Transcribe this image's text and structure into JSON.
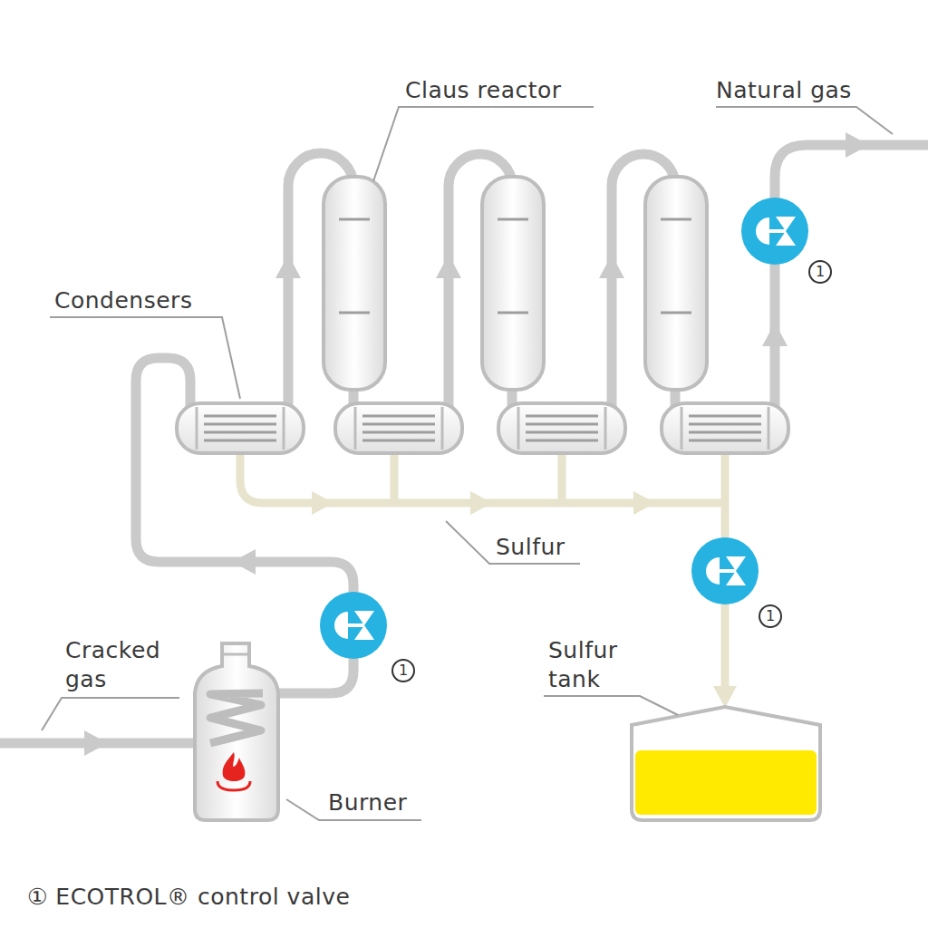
{
  "diagram": {
    "labels": [
      "Claus reactor",
      "Natural gas",
      "Condensers",
      "Sulfur",
      "Cracked gas",
      "Burner",
      "Sulfur tank",
      "1",
      "1",
      "1"
    ],
    "legend": [
      {
        "text": "① ECOTROL® control valve"
      }
    ]
  }
}
